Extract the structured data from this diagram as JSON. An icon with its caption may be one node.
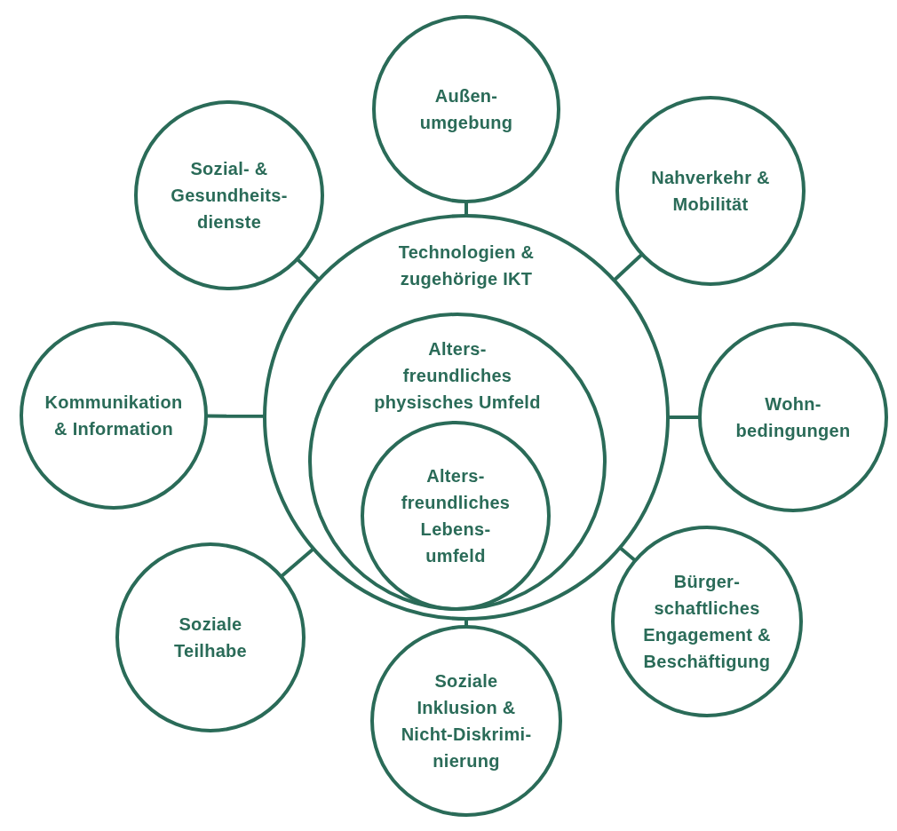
{
  "diagram": {
    "nodes": [
      {
        "text": [
          "Technologien & zugehörige IKT"
        ]
      },
      {
        "text": [
          "Alters- freundliches physisches Umfeld"
        ],
        "in": 0
      },
      {
        "text": [
          "Alters- freundliches Lebens- umfeld"
        ],
        "in": 1
      },
      {
        "text": [
          "Außen- umgebung"
        ]
      },
      {
        "text": [
          "Sozial- & Gesundheits- dienste"
        ]
      },
      {
        "text": [
          "Nahverkehr & Mobilität"
        ]
      },
      {
        "text": [
          "Kommunikation & Information"
        ]
      },
      {
        "text": [
          "Wohn- bedingungen"
        ]
      },
      {
        "text": [
          "Soziale Teilhabe"
        ]
      },
      {
        "text": [
          "Bürger- schaftliches Engagement & Beschäftigung"
        ]
      },
      {
        "text": [
          "Soziale Inklusion & Nicht-Diskrimi- nierung"
        ]
      }
    ],
    "edges": [
      {
        "from": 3,
        "to": 0,
        "arrow": "none"
      },
      {
        "from": 4,
        "to": 0,
        "arrow": "none"
      },
      {
        "from": 5,
        "to": 0,
        "arrow": "none"
      },
      {
        "from": 6,
        "to": 0,
        "arrow": "none"
      },
      {
        "from": 7,
        "to": 0,
        "arrow": "none"
      },
      {
        "from": 8,
        "to": 0,
        "arrow": "none"
      },
      {
        "from": 9,
        "to": 0,
        "arrow": "none"
      },
      {
        "from": 10,
        "to": 0,
        "arrow": "none"
      }
    ]
  }
}
